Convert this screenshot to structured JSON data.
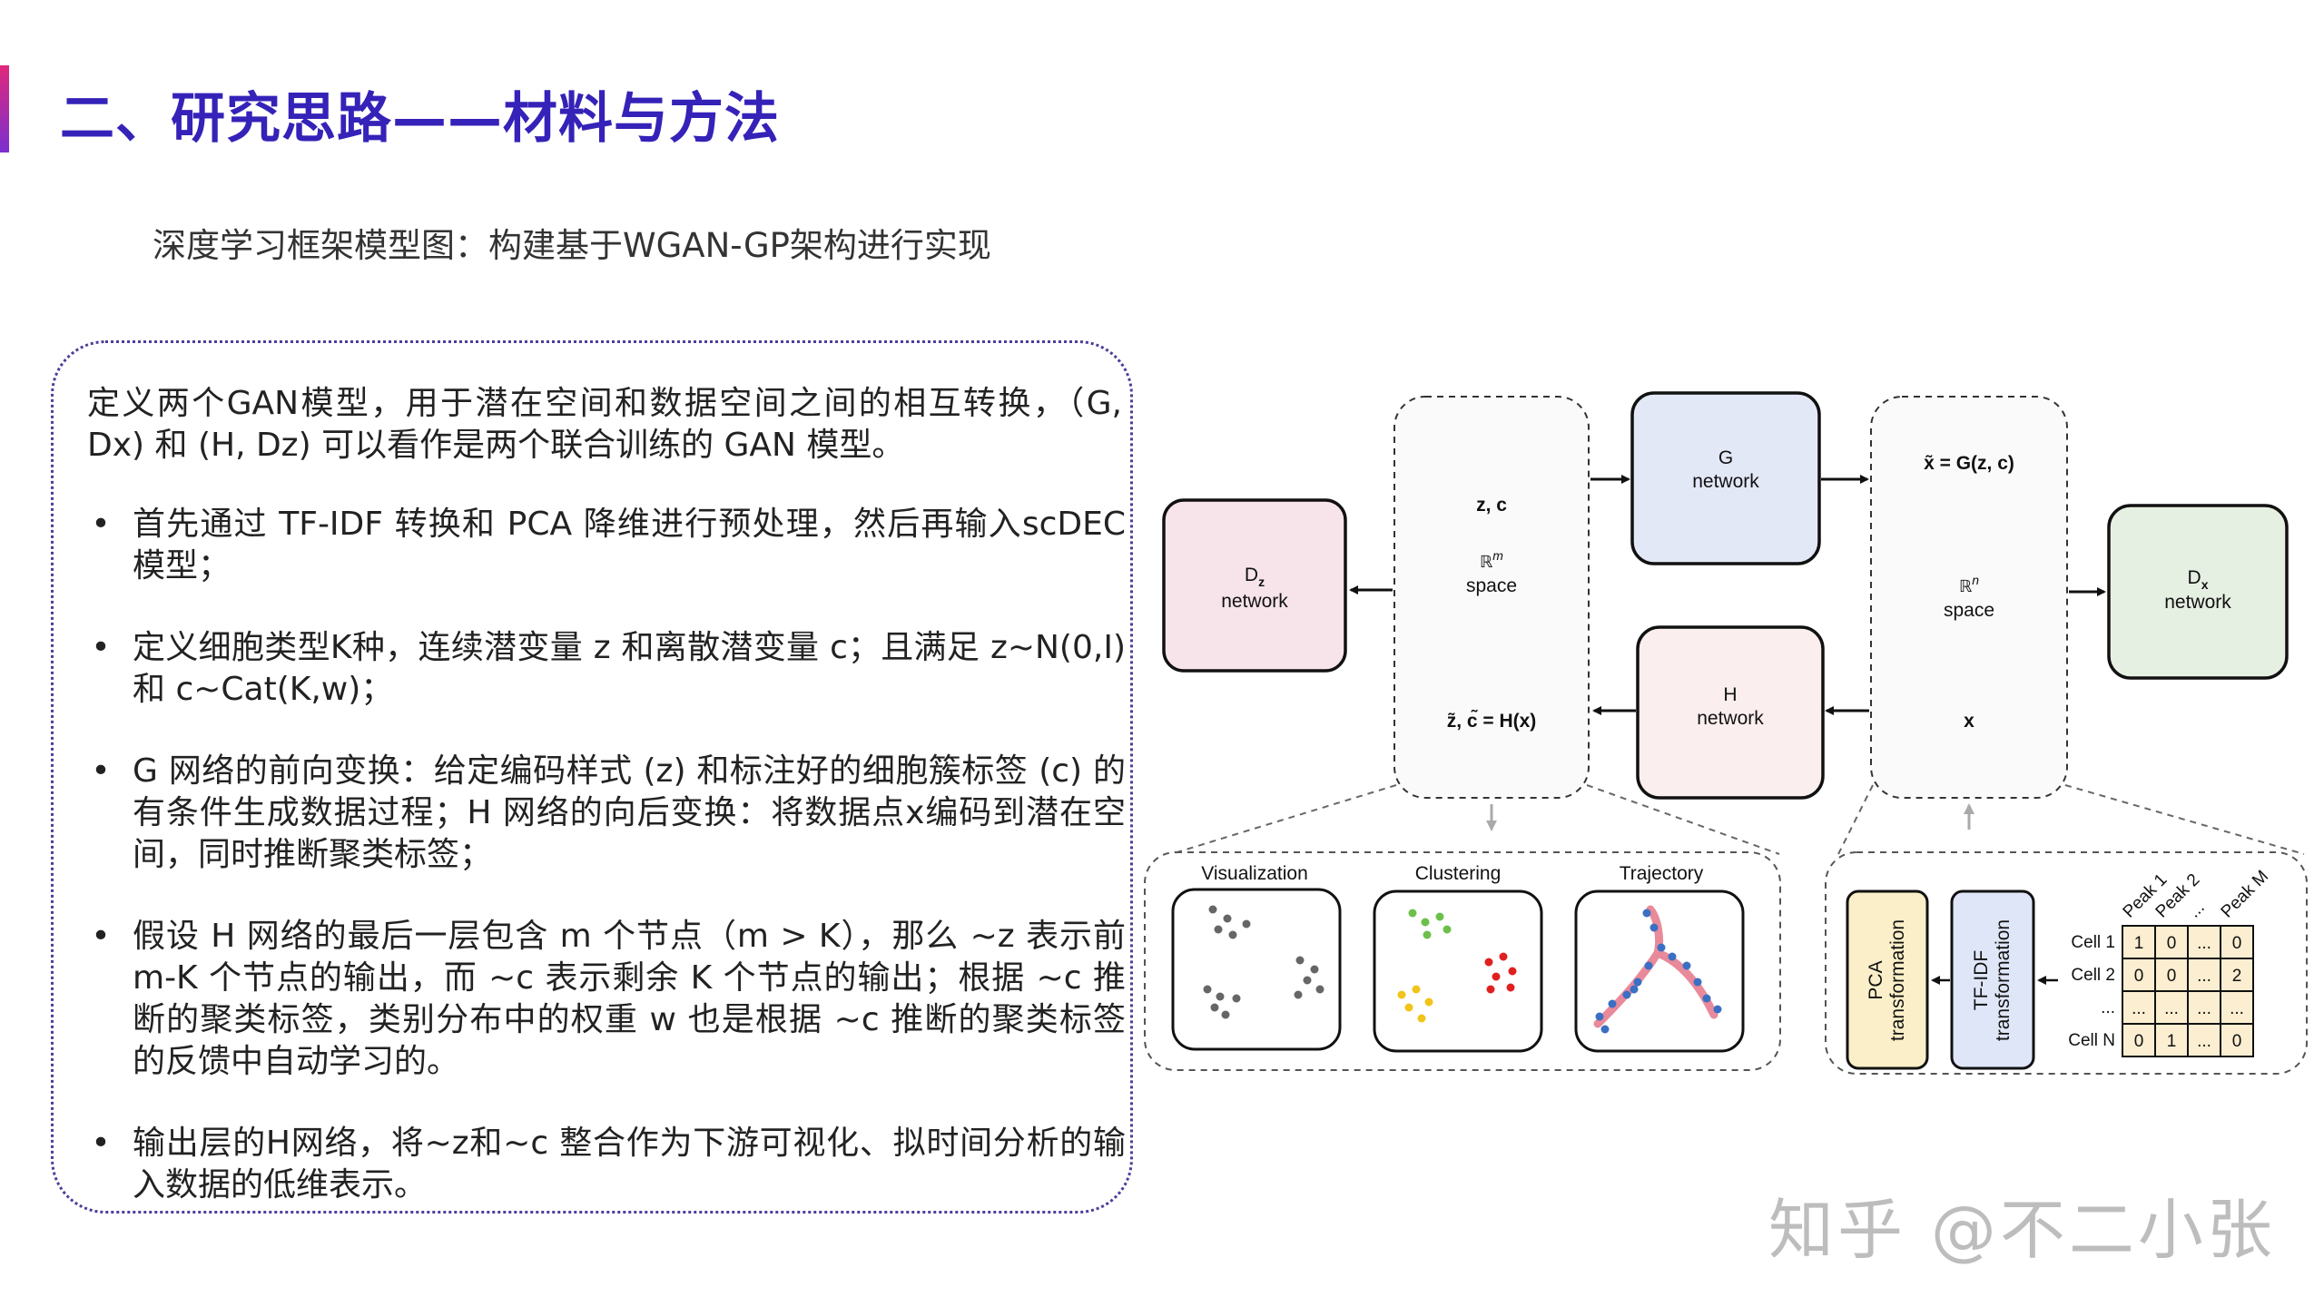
{
  "title": "二、研究思路——材料与方法",
  "subtitle": "深度学习框架模型图：构建基于WGAN-GP架构进行实现",
  "intro": "定义两个GAN模型，用于潜在空间和数据空间之间的相互转换，（G, Dx) 和 (H, Dz) 可以看作是两个联合训练的 GAN 模型。",
  "bullets": [
    "首先通过 TF-IDF 转换和 PCA 降维进行预处理，然后再输入scDEC 模型；",
    "定义细胞类型K种，连续潜变量 z 和离散潜变量 c；且满足 z~N(0,I) 和 c~Cat(K,w)；",
    "G 网络的前向变换：给定编码样式 (z) 和标注好的细胞簇标签 (c) 的有条件生成数据过程；H 网络的向后变换：将数据点x编码到潜在空间，同时推断聚类标签；",
    "假设 H 网络的最后一层包含 m 个节点（m > K），那么 ~z 表示前 m-K 个节点的输出，而 ~c 表示剩余 K 个节点的输出；根据 ~c 推断的聚类标签，类别分布中的权重 w 也是根据 ~c 推断的聚类标签的反馈中自动学习的。",
    "输出层的H网络，将~z和~c 整合作为下游可视化、拟时间分析的输入数据的低维表示。"
  ],
  "diagram": {
    "dz_network": {
      "label": "D",
      "sub": "z",
      "line2": "network"
    },
    "latent_space": {
      "top": "z, c",
      "symbol": "ℝ",
      "exp": "m",
      "name": "space",
      "bottom": "z̃, c̃ = H(x)"
    },
    "g_network": {
      "line1": "G",
      "line2": "network"
    },
    "h_network": {
      "line1": "H",
      "line2": "network"
    },
    "data_space": {
      "top": "x̃ = G(z, c)",
      "symbol": "ℝ",
      "exp": "n",
      "name": "space",
      "bottom": "x"
    },
    "dx_network": {
      "label": "D",
      "sub": "x",
      "line2": "network"
    },
    "downstream": {
      "visualization": "Visualization",
      "clustering": "Clustering",
      "trajectory": "Trajectory"
    },
    "preprocess": {
      "pca": [
        "PCA",
        "transformation"
      ],
      "tfidf": [
        "TF-IDF",
        "transformation"
      ],
      "peaks": [
        "Peak 1",
        "Peak 2",
        "...",
        "Peak M"
      ],
      "cells": [
        "Cell 1",
        "Cell 2",
        "...",
        "Cell N"
      ],
      "matrix": [
        [
          "1",
          "0",
          "...",
          "0"
        ],
        [
          "0",
          "0",
          "...",
          "2"
        ],
        [
          "...",
          "...",
          "...",
          "..."
        ],
        [
          "0",
          "1",
          "...",
          "0"
        ]
      ]
    },
    "colors": {
      "g_fill": "#e3e8f7",
      "h_fill": "#fbeeee",
      "dz_fill": "#f7e4ea",
      "dx_fill": "#e6f0e2",
      "pca_fill": "#faefc8",
      "tfidf_fill": "#dfe6f7",
      "matrix_fill": "#fbeed1",
      "cluster_green": "#6cc04a",
      "cluster_yellow": "#f0c419",
      "cluster_red": "#e02020",
      "traj_line": "#e88a9a",
      "traj_dots": "#3b6fc4",
      "vis_dots": "#666666"
    }
  },
  "watermark": "知乎 @不二小张"
}
